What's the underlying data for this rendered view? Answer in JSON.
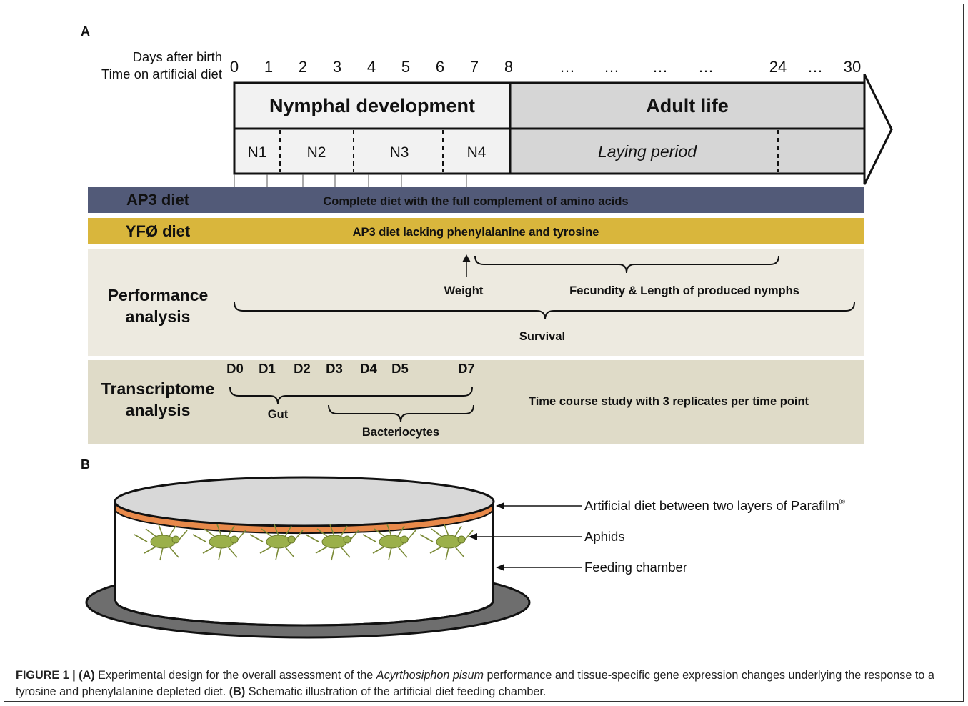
{
  "panelA": {
    "label": "A",
    "header_row1": "Days after birth",
    "header_row2": "Time on artificial diet",
    "ticks": [
      "0",
      "1",
      "2",
      "3",
      "4",
      "5",
      "6",
      "7",
      "8",
      "…",
      "…",
      "…",
      "…",
      "24",
      "…",
      "30"
    ],
    "nymphal_title": "Nymphal development",
    "adult_title": "Adult life",
    "stages": [
      "N1",
      "N2",
      "N3",
      "N4"
    ],
    "laying": "Laying period",
    "ap3_name": "AP3 diet",
    "ap3_desc": "Complete diet with the full complement of amino acids",
    "yf_name": "YFØ diet",
    "yf_desc": "AP3 diet lacking phenylalanine and tyrosine",
    "perf_line1": "Performance",
    "perf_line2": "analysis",
    "weight": "Weight",
    "fecundity": "Fecundity & Length of produced nymphs",
    "survival": "Survival",
    "trans_line1": "Transcriptome",
    "trans_line2": "analysis",
    "days": [
      "D0",
      "D1",
      "D2",
      "D3",
      "D4",
      "D5",
      "D7"
    ],
    "gut": "Gut",
    "bacteriocytes": "Bacteriocytes",
    "timecourse": "Time course study with 3 replicates per time point"
  },
  "panelB": {
    "label": "B",
    "label_diet": "Artificial diet between two layers of Parafilm",
    "label_diet_sup": "®",
    "label_aphids": "Aphids",
    "label_chamber": "Feeding chamber"
  },
  "caption": {
    "prefix": "FIGURE 1 | (A)",
    "part1": " Experimental design for the overall assessment of the ",
    "species": "Acyrthosiphon pisum",
    "part2": " performance and tissue-specific gene expression changes underlying the response to a tyrosine and phenylalanine depleted diet. ",
    "b_label": "(B)",
    "part3": " Schematic illustration of the artificial diet feeding chamber."
  },
  "colors": {
    "ap3_band": "#525a78",
    "yf_band": "#d9b63c",
    "perf_band": "#edeae0",
    "trans_band": "#dfdbc8",
    "nymph_box": "#f2f2f2",
    "adult_box": "#d6d6d6",
    "parafilm": "#e8894a",
    "aphid": "#9bb04a"
  }
}
